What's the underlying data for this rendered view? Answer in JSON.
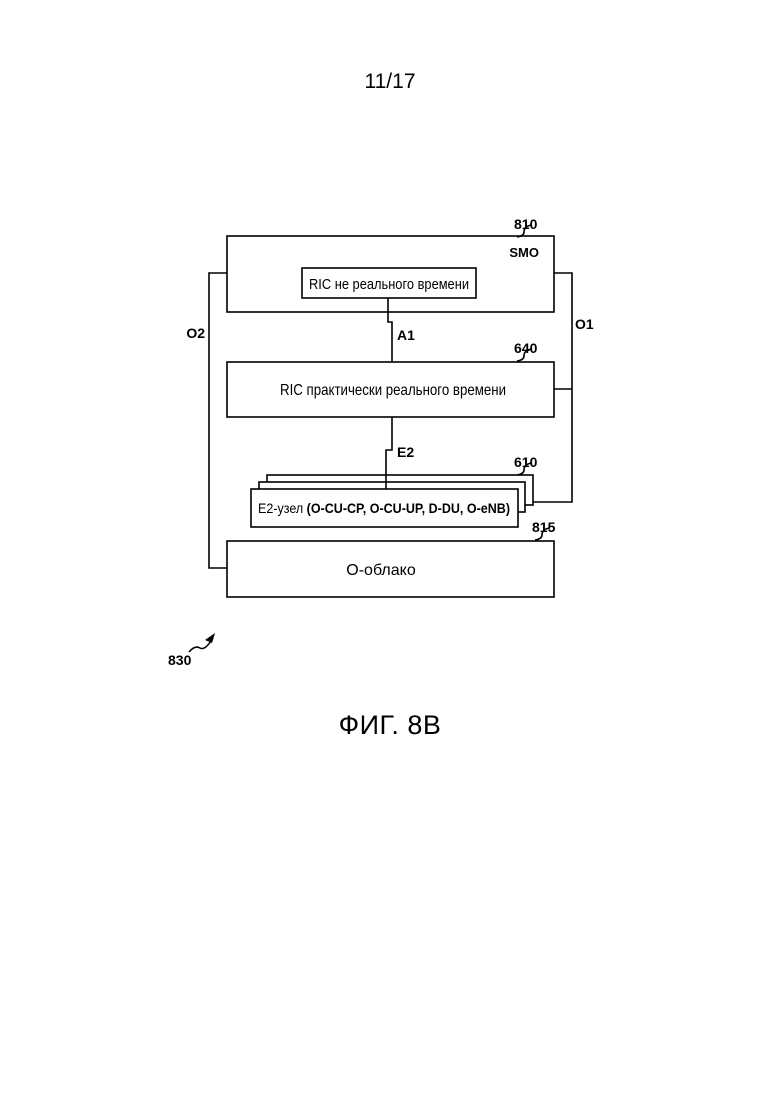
{
  "page": {
    "number": "11/17",
    "figure_caption": "ФИГ. 8B",
    "reference": "830"
  },
  "diagram": {
    "smo": {
      "ref": "810",
      "title": "SMO",
      "inner_label": "RIC не реального времени"
    },
    "near_rt_ric": {
      "ref": "640",
      "label": "RIC практически реального времени"
    },
    "e2_node": {
      "ref": "610",
      "label_prefix": "E2-узел ",
      "label_detail": "(O-CU-CP, O-CU-UP, D-DU, O-eNB)"
    },
    "o_cloud": {
      "ref": "815",
      "label": "O-облако"
    },
    "interfaces": {
      "a1": "A1",
      "e2": "E2",
      "o1": "O1",
      "o2": "O2"
    }
  }
}
